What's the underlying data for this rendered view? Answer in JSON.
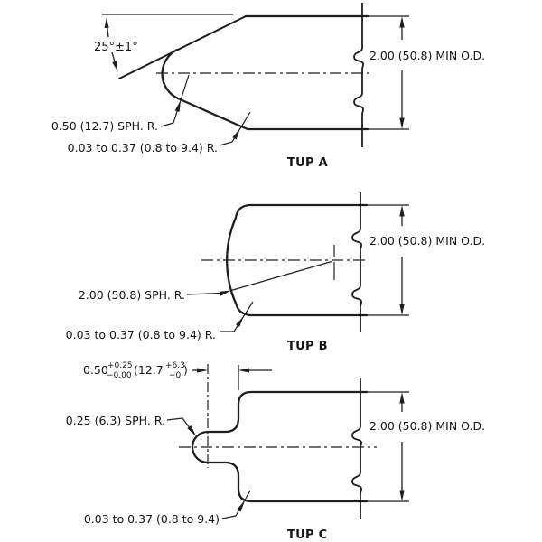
{
  "title": "Impact tup profile drawing",
  "colors": {
    "ink": "#1e1e1e",
    "background": "#ffffff"
  },
  "figures": {
    "tup_a": {
      "label": "TUP A",
      "angle": "25°±1°",
      "spherical_radius": "0.50 (12.7) SPH. R.",
      "blend_radius": "0.03 to 0.37 (0.8 to 9.4) R.",
      "min_od": "2.00 (50.8) MIN O.D."
    },
    "tup_b": {
      "label": "TUP B",
      "spherical_radius": "2.00 (50.8) SPH. R.",
      "blend_radius": "0.03 to 0.37 (0.8 to 9.4) R.",
      "min_od": "2.00 (50.8) MIN O.D."
    },
    "tup_c": {
      "label": "TUP C",
      "length_dim": {
        "value": "0.50",
        "tol_plus": "+0.25",
        "tol_minus": "−0.00",
        "metric": "(12.7",
        "metric_tol_plus": "+6.3",
        "metric_tol_minus": "−0",
        "close": ")"
      },
      "spherical_radius": "0.25 (6.3) SPH. R.",
      "blend_radius": "0.03 to 0.37 (0.8 to 9.4)",
      "min_od": "2.00 (50.8) MIN O.D."
    }
  }
}
